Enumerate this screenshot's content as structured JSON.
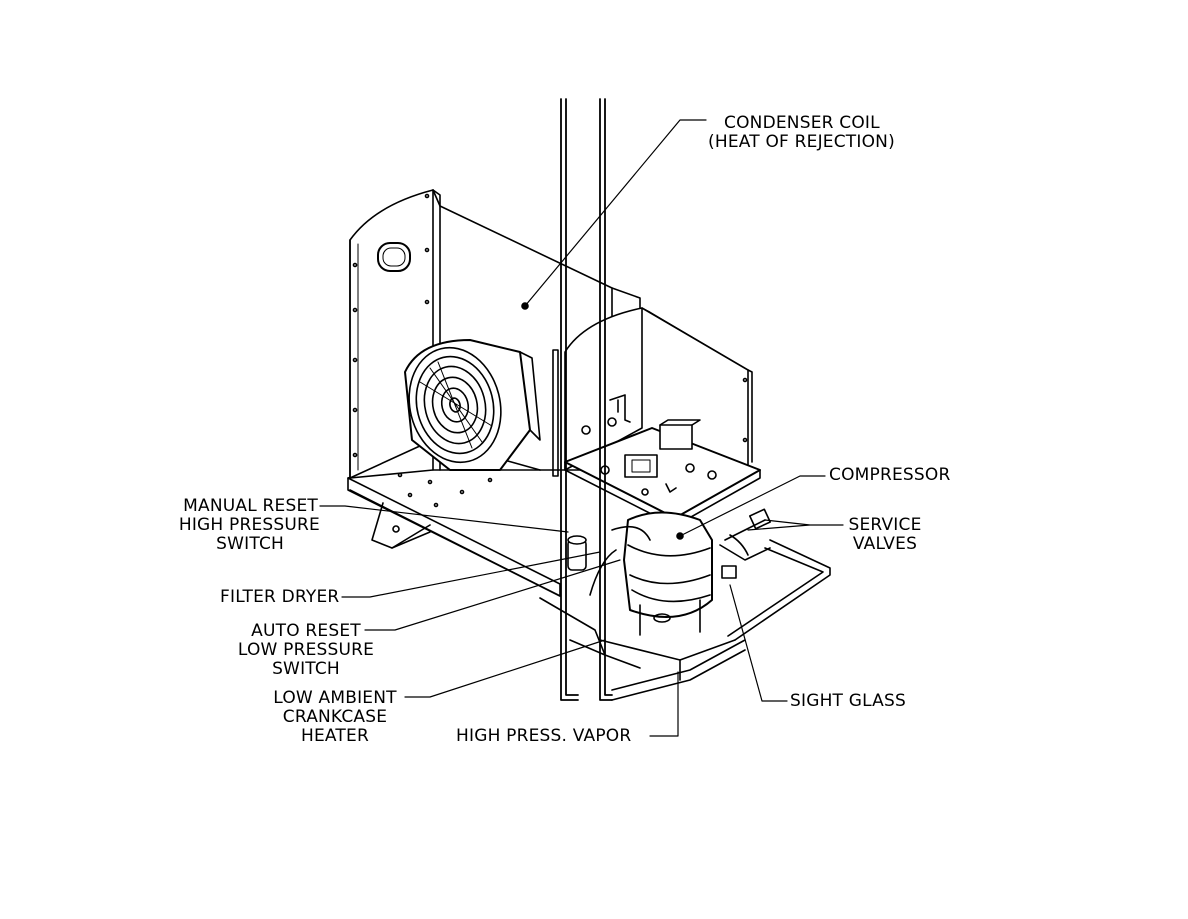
{
  "labels": {
    "condenser_coil": [
      "CONDENSER COIL",
      "(HEAT OF REJECTION)"
    ],
    "compressor": [
      "COMPRESSOR"
    ],
    "service_valves": [
      "SERVICE",
      "VALVES"
    ],
    "manual_reset_switch": [
      "MANUAL RESET",
      "HIGH PRESSURE",
      "SWITCH"
    ],
    "filter_dryer": [
      "FILTER DRYER"
    ],
    "auto_reset_switch": [
      "AUTO RESET",
      "LOW PRESSURE",
      "SWITCH"
    ],
    "crankcase_heater": [
      "LOW AMBIENT",
      "CRANKCASE",
      "HEATER"
    ],
    "high_press_vapor": [
      "HIGH PRESS. VAPOR"
    ],
    "sight_glass": [
      "SIGHT GLASS"
    ]
  },
  "colors": {
    "line": "#000000",
    "background": "#ffffff"
  }
}
